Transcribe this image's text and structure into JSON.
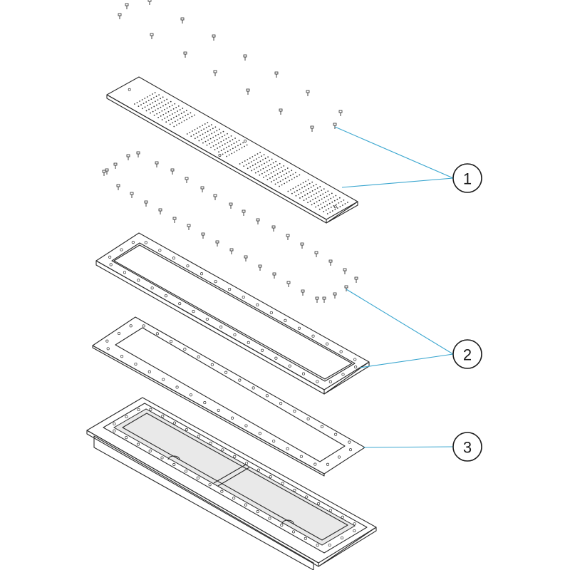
{
  "callouts": [
    {
      "id": "callout-1",
      "label": "1"
    },
    {
      "id": "callout-2",
      "label": "2"
    },
    {
      "id": "callout-3",
      "label": "3"
    }
  ],
  "colors": {
    "line": "#2b2b2b",
    "leader": "#3aa6cf",
    "background": "#ffffff"
  },
  "parts": [
    "nozzle-plate",
    "gasket-frame",
    "flat-gasket",
    "housing-tray"
  ]
}
